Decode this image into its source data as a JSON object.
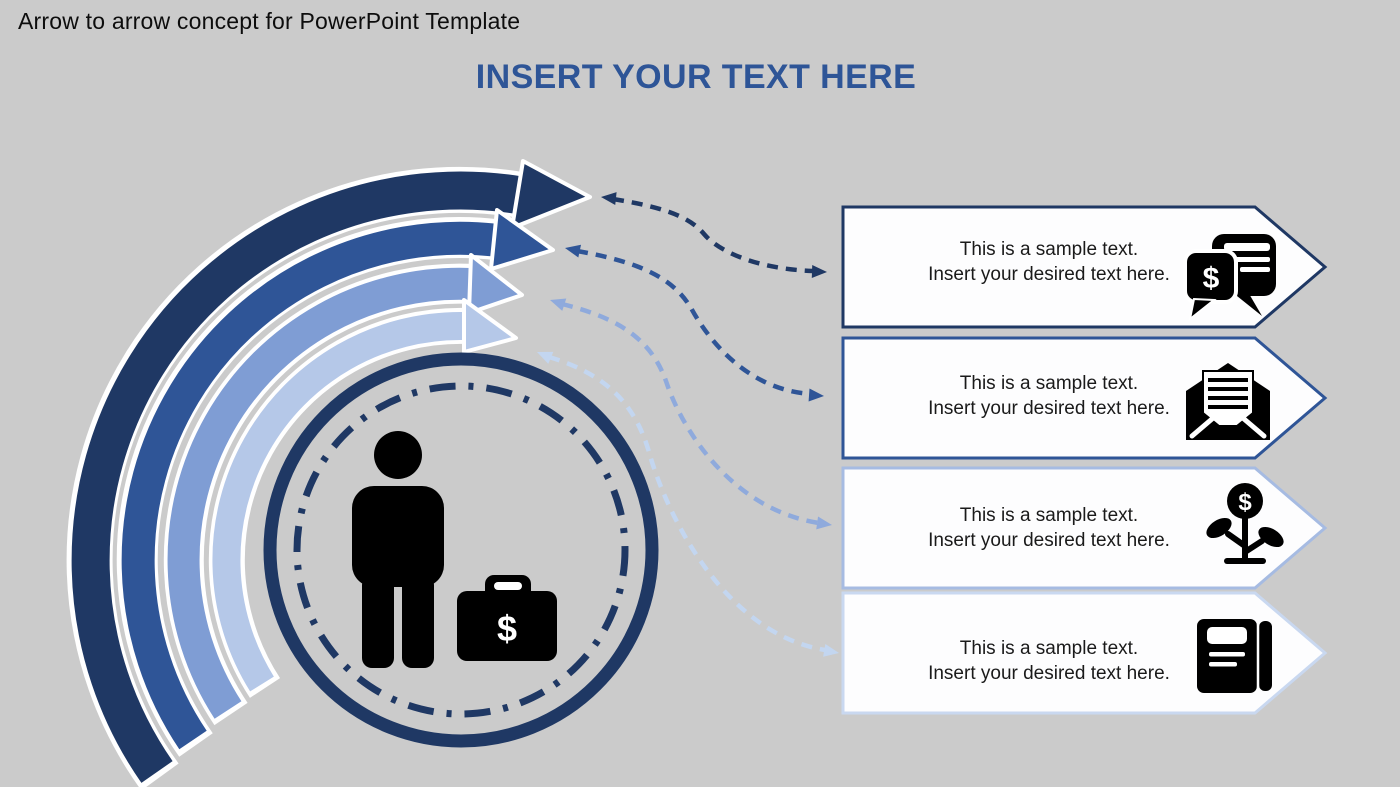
{
  "slide": {
    "title": "Arrow to arrow concept for PowerPoint Template",
    "heading": "INSERT YOUR TEXT HERE",
    "colors": {
      "background": "#cbcbcb",
      "heading": "#2e5597",
      "title_text": "#0d0d0d",
      "box_fill": "#fdfdfe",
      "outline_white": "#ffffff",
      "icon_black": "#000000"
    }
  },
  "glyphs": {
    "dollar": "$"
  },
  "center": {
    "icon": "businessman-with-briefcase-icon",
    "ring_color": "#1f3864"
  },
  "arcs": [
    {
      "name": "arc-1",
      "color": "#1f3864"
    },
    {
      "name": "arc-2",
      "color": "#2f5597"
    },
    {
      "name": "arc-3",
      "color": "#7f9dd4"
    },
    {
      "name": "arc-4",
      "color": "#b5c8e8"
    }
  ],
  "connectors": [
    {
      "name": "connector-1",
      "color": "#1f3864"
    },
    {
      "name": "connector-2",
      "color": "#2f5597"
    },
    {
      "name": "connector-3",
      "color": "#8faadc"
    },
    {
      "name": "connector-4",
      "color": "#c3d6f0"
    }
  ],
  "items": [
    {
      "line1": "This is a sample text.",
      "line2": "Insert your desired text here.",
      "icon": "money-conversation-icon",
      "border_color": "#1f3864"
    },
    {
      "line1": "This is a sample text.",
      "line2": "Insert your desired text here.",
      "icon": "open-mail-icon",
      "border_color": "#2f5597"
    },
    {
      "line1": "This is a sample text.",
      "line2": "Insert your desired text here.",
      "icon": "money-plant-icon",
      "border_color": "#a6bbe2"
    },
    {
      "line1": "This is a sample text.",
      "line2": "Insert your desired text here.",
      "icon": "ledger-book-icon",
      "border_color": "#c9d8f0"
    }
  ]
}
